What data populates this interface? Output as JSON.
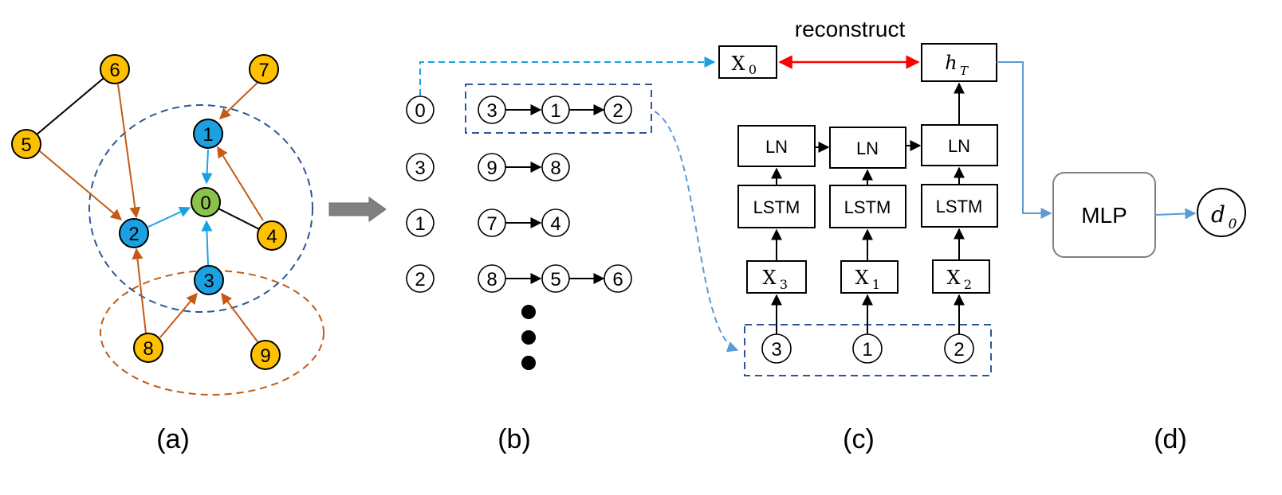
{
  "panels": {
    "a_label": "(a)",
    "b_label": "(b)",
    "c_label": "(c)",
    "d_label": "(d)"
  },
  "graph": {
    "nodes": [
      {
        "id": "0",
        "role": "target"
      },
      {
        "id": "1",
        "role": "neighbor"
      },
      {
        "id": "2",
        "role": "neighbor"
      },
      {
        "id": "3",
        "role": "neighbor"
      },
      {
        "id": "4",
        "role": "second-order"
      },
      {
        "id": "5",
        "role": "second-order"
      },
      {
        "id": "6",
        "role": "second-order"
      },
      {
        "id": "7",
        "role": "second-order"
      },
      {
        "id": "8",
        "role": "second-order"
      },
      {
        "id": "9",
        "role": "second-order"
      }
    ],
    "colors": {
      "target": "#8BC34A",
      "neighbor": "#1BA1E2",
      "second-order": "#FFC000",
      "orange_edge": "#C55A11",
      "blue_edge": "#1BA1E2",
      "black_edge": "#000000",
      "blue_dashed": "#2F5597",
      "orange_dashed": "#C55A11"
    }
  },
  "sequences": {
    "rows": [
      {
        "head": "0",
        "path": [
          "3",
          "1",
          "2"
        ]
      },
      {
        "head": "3",
        "path": [
          "9",
          "8"
        ]
      },
      {
        "head": "1",
        "path": [
          "7",
          "4"
        ]
      },
      {
        "head": "2",
        "path": [
          "8",
          "5",
          "6"
        ]
      }
    ]
  },
  "encoder": {
    "reconstruct_label": "reconstruct",
    "x0_base": "X",
    "x0_sub": "0",
    "hT_base": "h",
    "hT_sub": "T",
    "ln_label": "LN",
    "lstm_label": "LSTM",
    "inputs": [
      {
        "base": "X",
        "sub": "3",
        "node": "3"
      },
      {
        "base": "X",
        "sub": "1",
        "node": "1"
      },
      {
        "base": "X",
        "sub": "2",
        "node": "2"
      }
    ],
    "colors": {
      "reconstruct_arrow": "#FF0000",
      "dashed_blue": "#1BA1E2",
      "dashed_curve": "#5B9BD5"
    }
  },
  "decoder": {
    "mlp_label": "MLP",
    "output_base": "d",
    "output_sub": "0",
    "colors": {
      "arrow": "#5B9BD5",
      "box_border": "#7F7F7F"
    }
  },
  "transition_arrow": {
    "color": "#808080"
  }
}
